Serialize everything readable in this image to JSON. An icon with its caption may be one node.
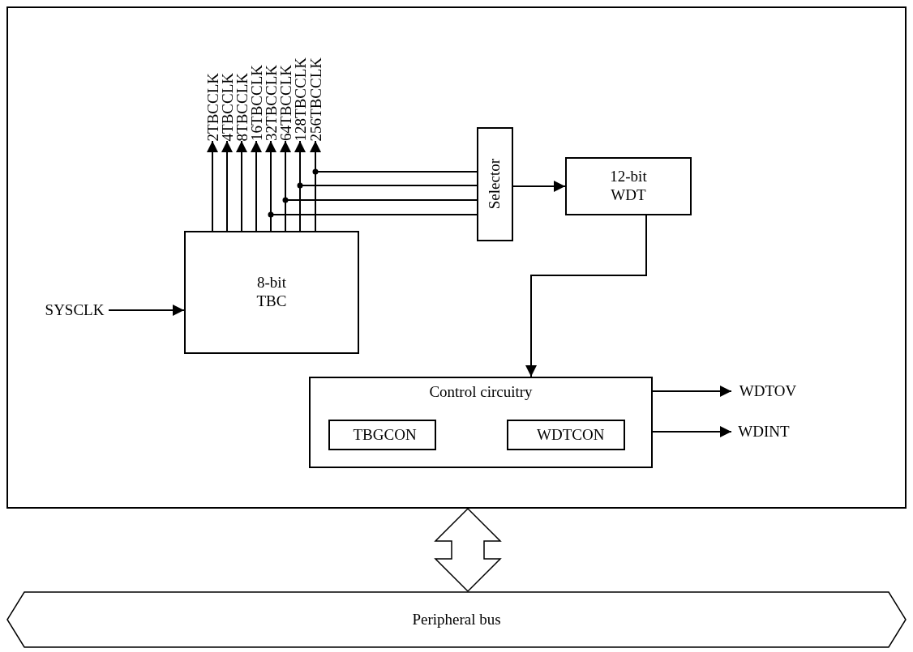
{
  "diagram": {
    "nodes": [
      {
        "text": [],
        "shape": "box"
      },
      {
        "text": [
          "2TBCCLK"
        ],
        "in": 0
      },
      {
        "text": [
          "4TBCCLK"
        ],
        "in": 0
      },
      {
        "text": [
          "8TBCCLK"
        ],
        "in": 0
      },
      {
        "text": [
          "16TBCCLK"
        ],
        "in": 0
      },
      {
        "text": [
          "32TBCCLK"
        ],
        "in": 0
      },
      {
        "text": [
          "64TBCCLK"
        ],
        "in": 0
      },
      {
        "text": [
          "128TBCCLK"
        ],
        "in": 0
      },
      {
        "text": [
          "256TBCCLK"
        ],
        "in": 0
      },
      {
        "text": [
          "SYSCLK"
        ],
        "in": 0
      },
      {
        "text": [
          "8-bit TBC"
        ],
        "in": 0
      },
      {
        "text": [
          "Selector"
        ],
        "in": 0
      },
      {
        "text": [
          "12-bit WDT"
        ],
        "in": 0
      },
      {
        "text": [
          "Control circuitry"
        ],
        "in": 0
      },
      {
        "text": [
          "TBGCON"
        ],
        "in": 13
      },
      {
        "text": [
          "WDTCON"
        ],
        "in": 13
      },
      {
        "text": [
          "WDTOV"
        ],
        "in": 0
      },
      {
        "text": [
          "WDINT"
        ],
        "in": 0
      },
      {
        "text": [
          "Peripheral bus"
        ]
      }
    ],
    "edges": [
      {
        "from": 9,
        "to": 10,
        "arrow": "to"
      },
      {
        "from": 10,
        "to": 1,
        "arrow": "to"
      },
      {
        "from": 10,
        "to": 2,
        "arrow": "to"
      },
      {
        "from": 10,
        "to": 3,
        "arrow": "to"
      },
      {
        "from": 10,
        "to": 4,
        "arrow": "to"
      },
      {
        "from": 10,
        "to": 5,
        "arrow": "to"
      },
      {
        "from": 10,
        "to": 6,
        "arrow": "to"
      },
      {
        "from": 10,
        "to": 7,
        "arrow": "to"
      },
      {
        "from": 10,
        "to": 8,
        "arrow": "to"
      },
      {
        "from": 10,
        "to": 11,
        "arrow": "none"
      },
      {
        "from": 10,
        "to": 11,
        "arrow": "none"
      },
      {
        "from": 10,
        "to": 11,
        "arrow": "none"
      },
      {
        "from": 10,
        "to": 11,
        "arrow": "none"
      },
      {
        "from": 11,
        "to": 12,
        "arrow": "to"
      },
      {
        "from": 12,
        "to": 13,
        "arrow": "to"
      },
      {
        "from": 13,
        "to": 16,
        "arrow": "to"
      },
      {
        "from": 13,
        "to": 17,
        "arrow": "to"
      },
      {
        "from": 0,
        "to": 18,
        "arrow": "both",
        "style": "thick"
      }
    ]
  }
}
